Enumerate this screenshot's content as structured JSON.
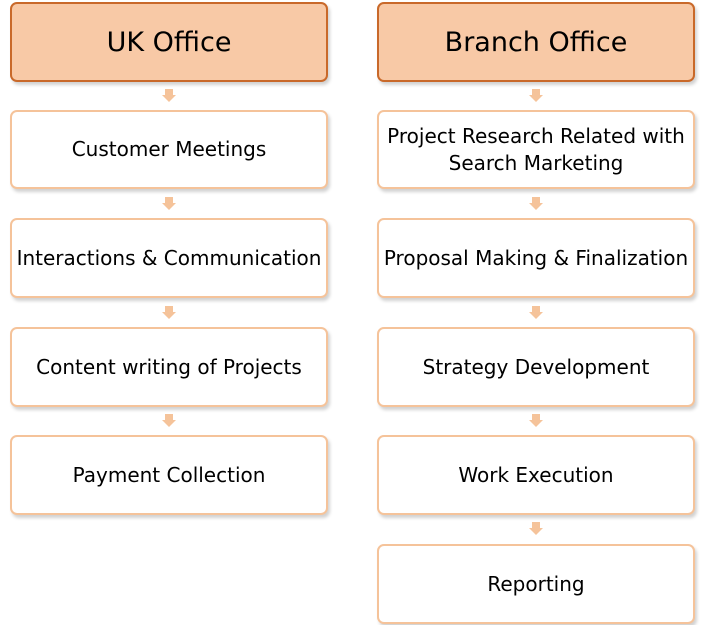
{
  "uk_office": {
    "header": "UK Office",
    "steps": [
      "Customer Meetings",
      "Interactions & Communication",
      "Content writing of Projects",
      "Payment Collection"
    ]
  },
  "branch_office": {
    "header": "Branch Office",
    "steps": [
      "Project Research Related with Search Marketing",
      "Proposal Making & Finalization",
      "Strategy Development",
      "Work Execution",
      "Reporting"
    ]
  },
  "colors": {
    "header_fill": "#f8c9a6",
    "header_border": "#c9692a",
    "step_border": "#f5c39a",
    "arrow": "#f5c39a"
  }
}
